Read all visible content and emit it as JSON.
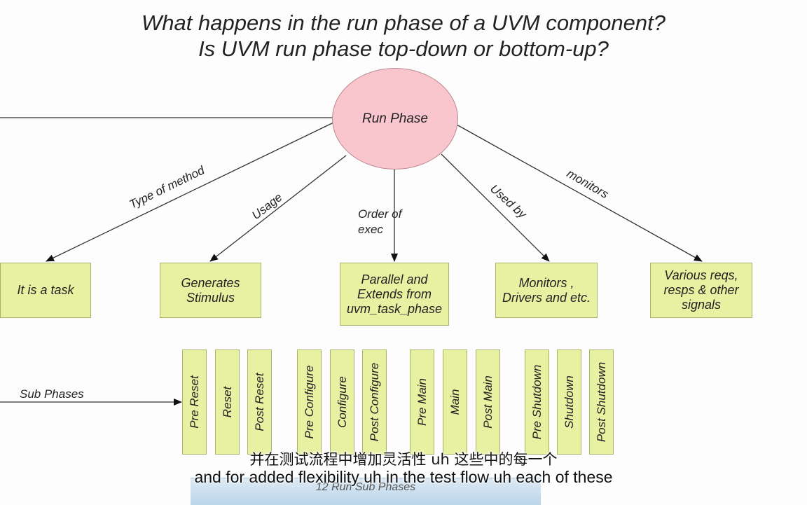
{
  "title": {
    "line1": "What happens in the run phase of a UVM component?",
    "line2": "Is UVM run phase top-down or bottom-up?"
  },
  "center": {
    "label": "Run Phase"
  },
  "edges": {
    "type_of_method": "Type of method",
    "usage": "Usage",
    "order_line1": "Order  of",
    "order_line2": "exec",
    "used_by": "Used  by",
    "monitors": "monitors",
    "sub_phases": "Sub Phases"
  },
  "boxes": {
    "task": "It is a task",
    "stimulus_line1": "Generates",
    "stimulus_line2": "Stimulus",
    "parallel_line1": "Parallel and",
    "parallel_line2": "Extends from",
    "parallel_line3": "uvm_task_phase",
    "monitors_line1": "Monitors ,",
    "monitors_line2": "Drivers and etc.",
    "signals_line1": "Various reqs,",
    "signals_line2": "resps & other",
    "signals_line3": "signals"
  },
  "sub_phases": [
    "Pre Reset",
    "Reset",
    "Post Reset",
    "Pre Configure",
    "Configure",
    "Post Configure",
    "Pre Main",
    "Main",
    "Post Main",
    "Pre Shutdown",
    "Shutdown",
    "Post Shutdown"
  ],
  "band_label": "12 Run Sub Phases",
  "subtitles": {
    "zh": "并在测试流程中增加灵活性 uh 这些中的每一个",
    "en": "and for added flexibility uh in the test flow uh each of these"
  }
}
